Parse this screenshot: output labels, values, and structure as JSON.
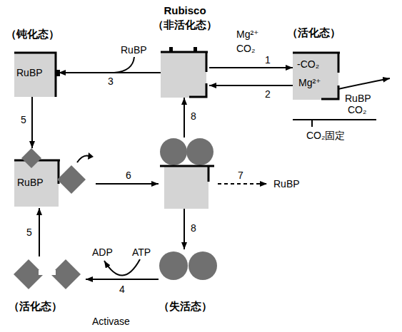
{
  "diagram": {
    "nodes": [
      {
        "text": [
          "（钝化态）",
          "RuBP"
        ]
      },
      {
        "text": [
          "Rubisco （非活化态）"
        ]
      },
      {
        "text": [
          "（活化态）",
          "-CO₂",
          "Mg²⁺"
        ]
      },
      {
        "text": [
          "RuBP"
        ]
      },
      {
        "text": []
      },
      {
        "text": [
          "（失活态）"
        ]
      },
      {
        "text": [
          "（活化态）"
        ]
      }
    ],
    "edges": [
      {
        "from": 1,
        "to": 2,
        "label": "1",
        "arrow": "to"
      },
      {
        "from": 2,
        "to": 1,
        "label": "2",
        "arrow": "to"
      },
      {
        "from": 1,
        "to": 0,
        "label": "3",
        "arrow": "to"
      },
      {
        "from": 0,
        "to": 3,
        "label": "5",
        "arrow": "to"
      },
      {
        "from": 3,
        "to": 4,
        "label": "6",
        "arrow": "to"
      },
      {
        "from": 4,
        "to": 1,
        "label": "8",
        "arrow": "to"
      },
      {
        "from": 4,
        "to": 5,
        "label": "8",
        "arrow": "to"
      },
      {
        "from": 5,
        "to": 6,
        "label": "4",
        "arrow": "to"
      },
      {
        "from": 6,
        "to": 3,
        "label": "5",
        "arrow": "to"
      }
    ],
    "labels": [
      "Mg²⁺",
      "CO₂",
      "RuBP",
      "RuBP",
      "CO₂",
      "CO₂固定",
      "7",
      "RuBP",
      "ATP",
      "ADP",
      "Activase"
    ]
  }
}
